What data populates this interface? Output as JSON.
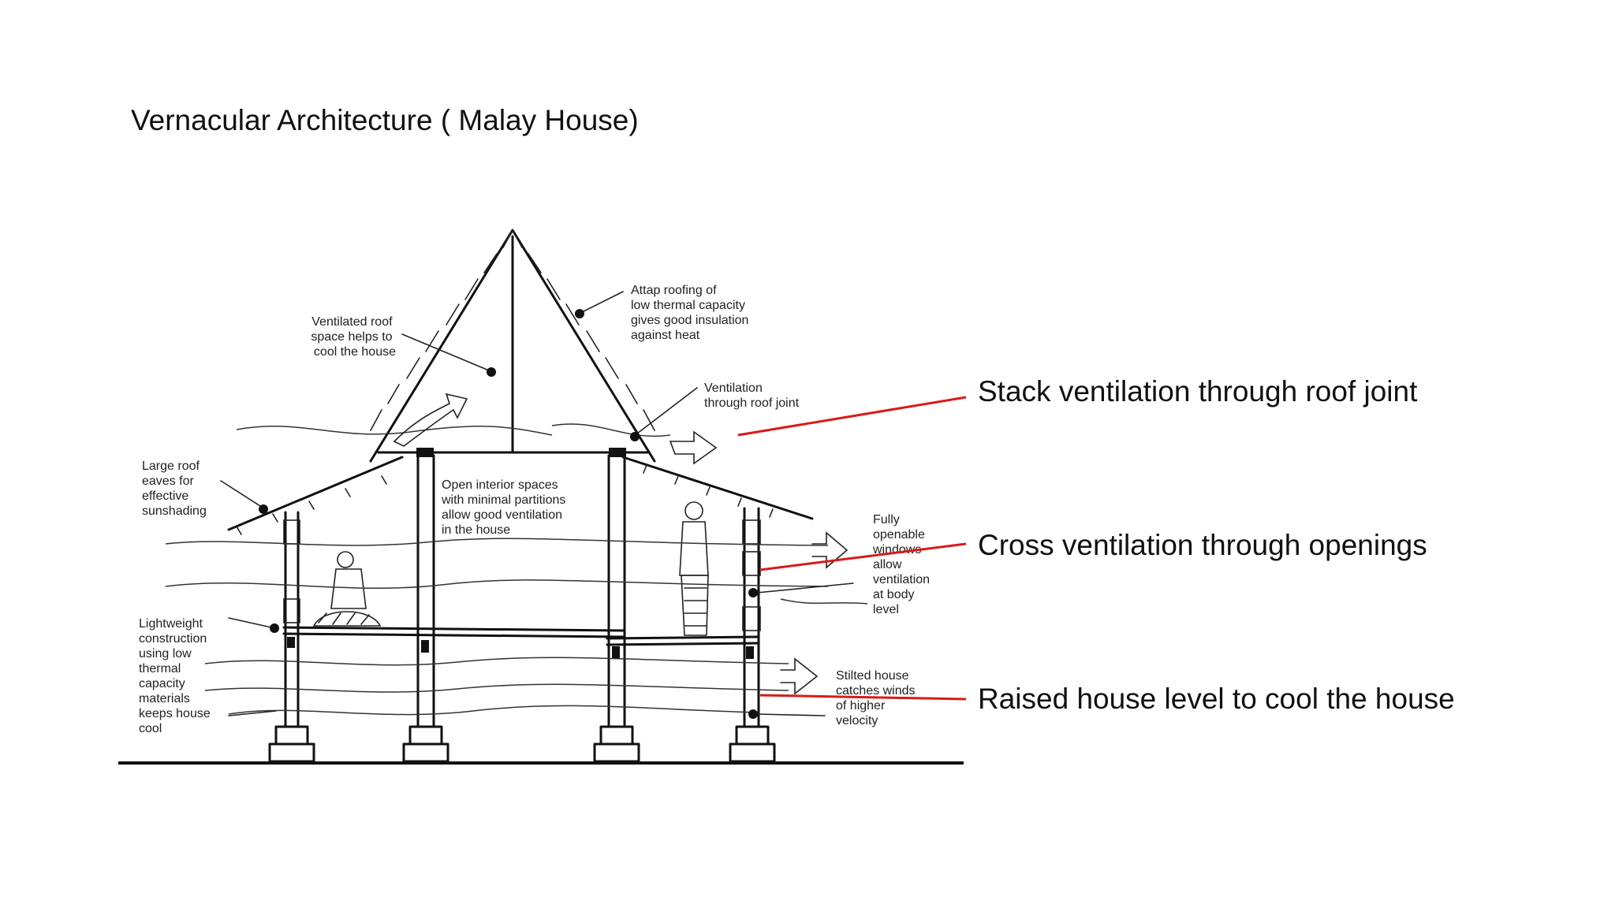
{
  "title": "Vernacular Architecture ( Malay House)",
  "accent_color": "#d91a1a",
  "callouts": [
    "Stack ventilation through roof joint",
    "Cross ventilation through openings",
    "Raised house level to cool the house"
  ],
  "diagram_labels": {
    "ventilated_roof": [
      "Ventilated roof",
      "space helps to",
      "cool the house"
    ],
    "attap_roofing": [
      "Attap roofing of",
      "low thermal capacity",
      "gives good insulation",
      "against heat"
    ],
    "roof_joint": [
      "Ventilation",
      "through roof joint"
    ],
    "large_eaves": [
      "Large roof",
      "eaves for",
      "effective",
      "sunshading"
    ],
    "open_interior": [
      "Open interior spaces",
      "with minimal partitions",
      "allow good ventilation",
      "in the house"
    ],
    "windows": [
      "Fully",
      "openable",
      "windows",
      "allow",
      "ventilation",
      "at body",
      "level"
    ],
    "lightweight": [
      "Lightweight",
      "construction",
      "using low",
      "thermal",
      "capacity",
      "materials",
      "keeps house",
      "cool"
    ],
    "stilted": [
      "Stilted house",
      "catches winds",
      "of higher",
      "velocity"
    ]
  }
}
